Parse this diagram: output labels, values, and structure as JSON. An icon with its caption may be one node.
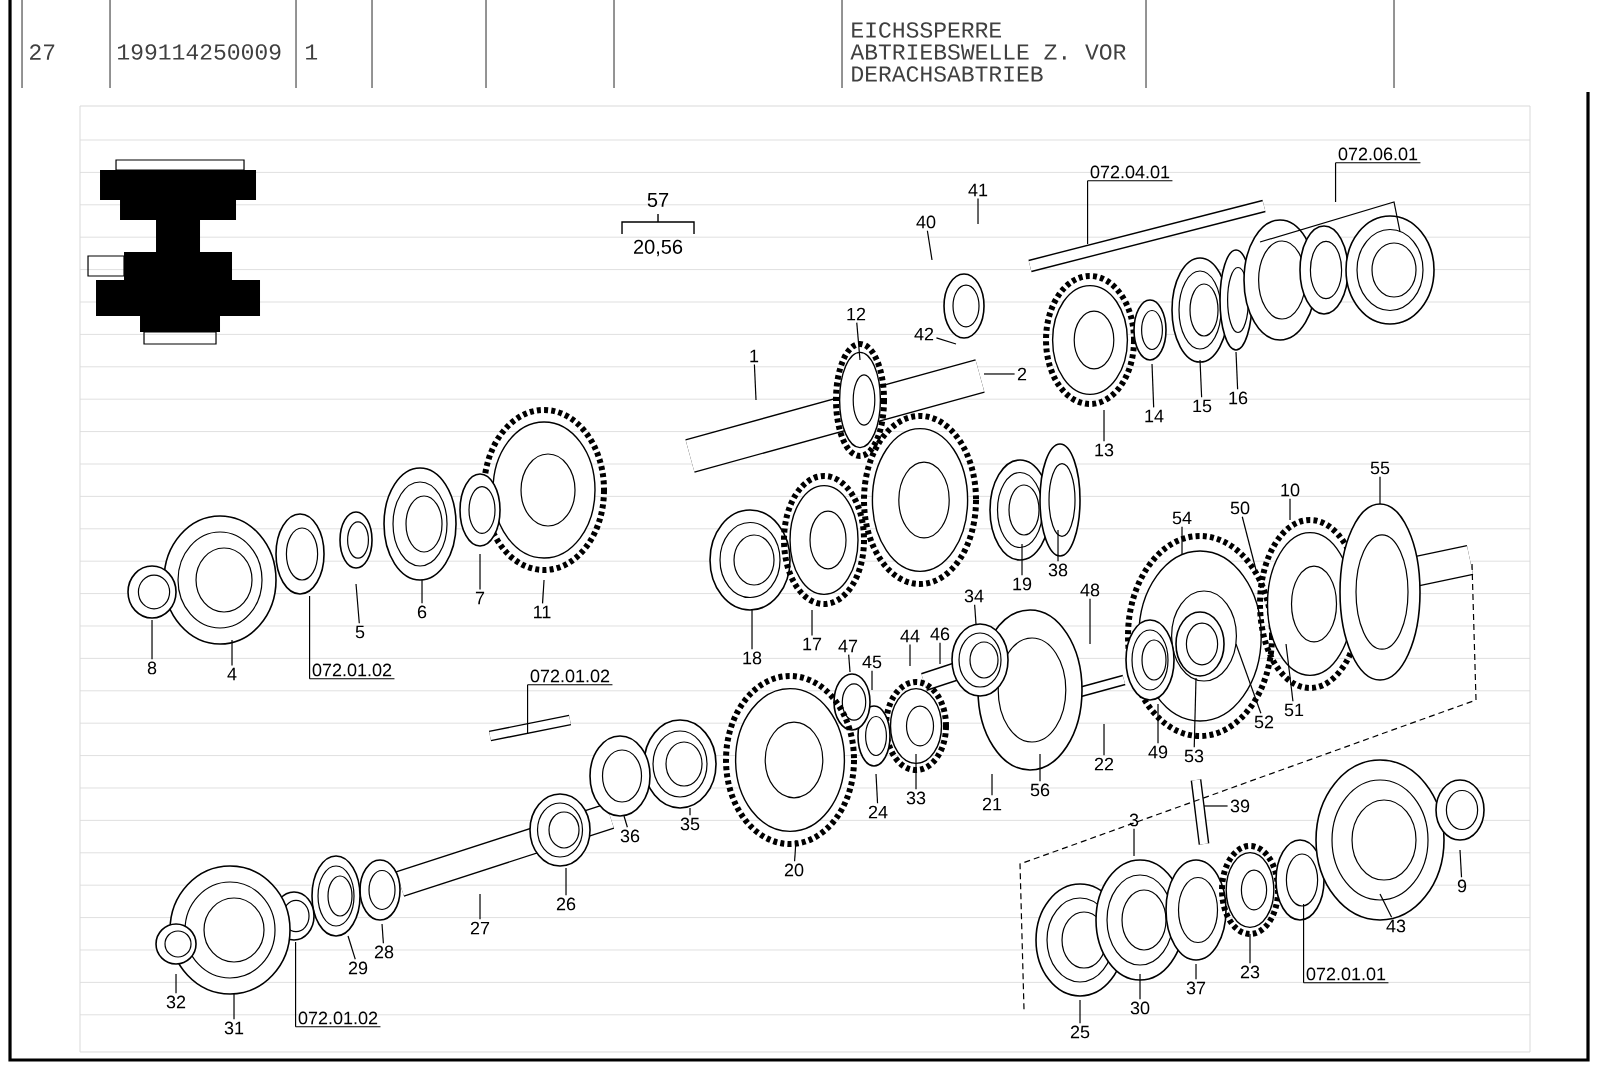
{
  "diagram": {
    "nodes": [
      {
        "text": [
          "072.06.01"
        ]
      },
      {
        "text": [
          "072.04.01"
        ]
      },
      {
        "text": [
          "41"
        ]
      },
      {
        "text": [
          "40"
        ]
      },
      {
        "text": [
          "12"
        ]
      },
      {
        "text": [
          "42"
        ]
      },
      {
        "text": [
          "1"
        ]
      },
      {
        "text": [
          "2"
        ]
      },
      {
        "text": [
          "16"
        ]
      },
      {
        "text": [
          "15"
        ]
      },
      {
        "text": [
          "14"
        ]
      },
      {
        "text": [
          "13"
        ]
      },
      {
        "text": [
          "55"
        ]
      },
      {
        "text": [
          "10"
        ]
      },
      {
        "text": [
          "50"
        ]
      },
      {
        "text": [
          "54"
        ]
      },
      {
        "text": [
          "38"
        ]
      },
      {
        "text": [
          "19"
        ]
      },
      {
        "text": [
          "48"
        ]
      },
      {
        "text": [
          "7"
        ]
      },
      {
        "text": [
          "34"
        ]
      },
      {
        "text": [
          "11"
        ]
      },
      {
        "text": [
          "6"
        ]
      },
      {
        "text": [
          "5"
        ]
      },
      {
        "text": [
          "46"
        ]
      },
      {
        "text": [
          "44"
        ]
      },
      {
        "text": [
          "17"
        ]
      },
      {
        "text": [
          "47"
        ]
      },
      {
        "text": [
          "18"
        ]
      },
      {
        "text": [
          "45"
        ]
      },
      {
        "text": [
          "8"
        ]
      },
      {
        "text": [
          "4"
        ]
      },
      {
        "text": [
          "072.01.02"
        ]
      },
      {
        "text": [
          "072.01.02"
        ]
      },
      {
        "text": [
          "51"
        ]
      },
      {
        "text": [
          "52"
        ]
      },
      {
        "text": [
          "49"
        ]
      },
      {
        "text": [
          "53"
        ]
      },
      {
        "text": [
          "22"
        ]
      },
      {
        "text": [
          "56"
        ]
      },
      {
        "text": [
          "33"
        ]
      },
      {
        "text": [
          "21"
        ]
      },
      {
        "text": [
          "39"
        ]
      },
      {
        "text": [
          "24"
        ]
      },
      {
        "text": [
          "3"
        ]
      },
      {
        "text": [
          "35"
        ]
      },
      {
        "text": [
          "36"
        ]
      },
      {
        "text": [
          "20"
        ]
      },
      {
        "text": [
          "9"
        ]
      },
      {
        "text": [
          "26"
        ]
      },
      {
        "text": [
          "43"
        ]
      },
      {
        "text": [
          "27"
        ]
      },
      {
        "text": [
          "28"
        ]
      },
      {
        "text": [
          "29"
        ]
      },
      {
        "text": [
          "23"
        ]
      },
      {
        "text": [
          "072.01.01"
        ]
      },
      {
        "text": [
          "37"
        ]
      },
      {
        "text": [
          "32"
        ]
      },
      {
        "text": [
          "30"
        ]
      },
      {
        "text": [
          "072.01.02"
        ]
      },
      {
        "text": [
          "31"
        ]
      },
      {
        "text": [
          "25"
        ]
      }
    ],
    "edges": [
      {
        "from": 0,
        "to": null,
        "arrow": "none"
      },
      {
        "from": 1,
        "to": null,
        "arrow": "none"
      },
      {
        "from": 2,
        "to": null,
        "arrow": "none"
      },
      {
        "from": 3,
        "to": null,
        "arrow": "none"
      },
      {
        "from": 4,
        "to": null,
        "arrow": "none"
      },
      {
        "from": 5,
        "to": null,
        "arrow": "none"
      },
      {
        "from": 6,
        "to": null,
        "arrow": "none"
      },
      {
        "from": 7,
        "to": null,
        "arrow": "none"
      },
      {
        "from": 8,
        "to": null,
        "arrow": "none"
      },
      {
        "from": 9,
        "to": null,
        "arrow": "none"
      },
      {
        "from": 10,
        "to": null,
        "arrow": "none"
      },
      {
        "from": 11,
        "to": null,
        "arrow": "none"
      },
      {
        "from": 12,
        "to": null,
        "arrow": "none"
      },
      {
        "from": 13,
        "to": null,
        "arrow": "none"
      },
      {
        "from": 14,
        "to": null,
        "arrow": "none"
      },
      {
        "from": 15,
        "to": null,
        "arrow": "none"
      },
      {
        "from": 16,
        "to": null,
        "arrow": "none"
      },
      {
        "from": 17,
        "to": null,
        "arrow": "none"
      },
      {
        "from": 18,
        "to": null,
        "arrow": "none"
      },
      {
        "from": 19,
        "to": null,
        "arrow": "none"
      },
      {
        "from": 20,
        "to": null,
        "arrow": "none"
      },
      {
        "from": 21,
        "to": null,
        "arrow": "none"
      },
      {
        "from": 22,
        "to": null,
        "arrow": "none"
      },
      {
        "from": 23,
        "to": null,
        "arrow": "none"
      },
      {
        "from": 24,
        "to": null,
        "arrow": "none"
      },
      {
        "from": 25,
        "to": null,
        "arrow": "none"
      },
      {
        "from": 26,
        "to": null,
        "arrow": "none"
      },
      {
        "from": 27,
        "to": null,
        "arrow": "none"
      },
      {
        "from": 28,
        "to": null,
        "arrow": "none"
      },
      {
        "from": 29,
        "to": null,
        "arrow": "none"
      },
      {
        "from": 30,
        "to": null,
        "arrow": "none"
      },
      {
        "from": 31,
        "to": null,
        "arrow": "none"
      },
      {
        "from": 32,
        "to": null,
        "arrow": "none"
      },
      {
        "from": 33,
        "to": null,
        "arrow": "none"
      },
      {
        "from": 34,
        "to": null,
        "arrow": "none"
      },
      {
        "from": 35,
        "to": null,
        "arrow": "none"
      },
      {
        "from": 36,
        "to": null,
        "arrow": "none"
      },
      {
        "from": 37,
        "to": null,
        "arrow": "none"
      },
      {
        "from": 38,
        "to": null,
        "arrow": "none"
      },
      {
        "from": 39,
        "to": null,
        "arrow": "none"
      },
      {
        "from": 40,
        "to": null,
        "arrow": "none"
      },
      {
        "from": 41,
        "to": null,
        "arrow": "none"
      },
      {
        "from": 42,
        "to": null,
        "arrow": "none"
      },
      {
        "from": 43,
        "to": null,
        "arrow": "none"
      },
      {
        "from": 44,
        "to": null,
        "arrow": "none"
      },
      {
        "from": 45,
        "to": null,
        "arrow": "none"
      },
      {
        "from": 46,
        "to": null,
        "arrow": "none"
      },
      {
        "from": 47,
        "to": null,
        "arrow": "none"
      },
      {
        "from": 48,
        "to": null,
        "arrow": "none"
      },
      {
        "from": 49,
        "to": null,
        "arrow": "none"
      },
      {
        "from": 50,
        "to": null,
        "arrow": "none"
      },
      {
        "from": 51,
        "to": null,
        "arrow": "none"
      },
      {
        "from": 52,
        "to": null,
        "arrow": "none"
      },
      {
        "from": 53,
        "to": null,
        "arrow": "none"
      },
      {
        "from": 54,
        "to": null,
        "arrow": "none"
      },
      {
        "from": 55,
        "to": null,
        "arrow": "none"
      },
      {
        "from": 56,
        "to": null,
        "arrow": "none"
      },
      {
        "from": 57,
        "to": null,
        "arrow": "none"
      },
      {
        "from": 58,
        "to": null,
        "arrow": "none"
      },
      {
        "from": 59,
        "to": null,
        "arrow": "none"
      },
      {
        "from": 60,
        "to": null,
        "arrow": "none"
      },
      {
        "from": 61,
        "to": null,
        "arrow": "none"
      }
    ],
    "labels": [
      "EICHSSPERRE",
      "27",
      "199114250009",
      "1",
      "ABTRIEBSWELLE Z. VOR",
      "DERACHSABTRIEB",
      "57",
      "20,56"
    ]
  }
}
